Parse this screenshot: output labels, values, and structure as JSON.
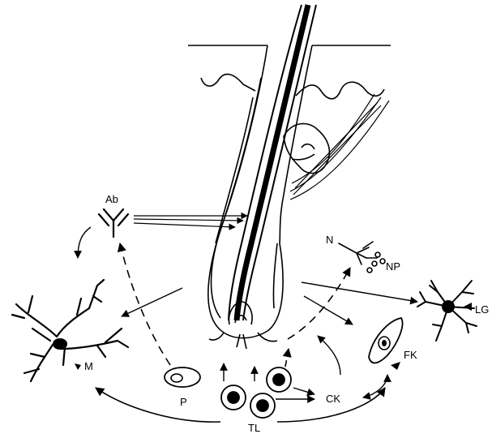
{
  "labels": {
    "antibody": "Ab",
    "nerve": "N",
    "neuropeptides": "NP",
    "langerhans": "LG",
    "macrophage": "M",
    "fibroblast": "FK",
    "plasma_cell": "P",
    "t_lymphocytes": "TL",
    "cytokines": "CK"
  },
  "colors": {
    "ink": "#000000",
    "paper": "#ffffff"
  }
}
